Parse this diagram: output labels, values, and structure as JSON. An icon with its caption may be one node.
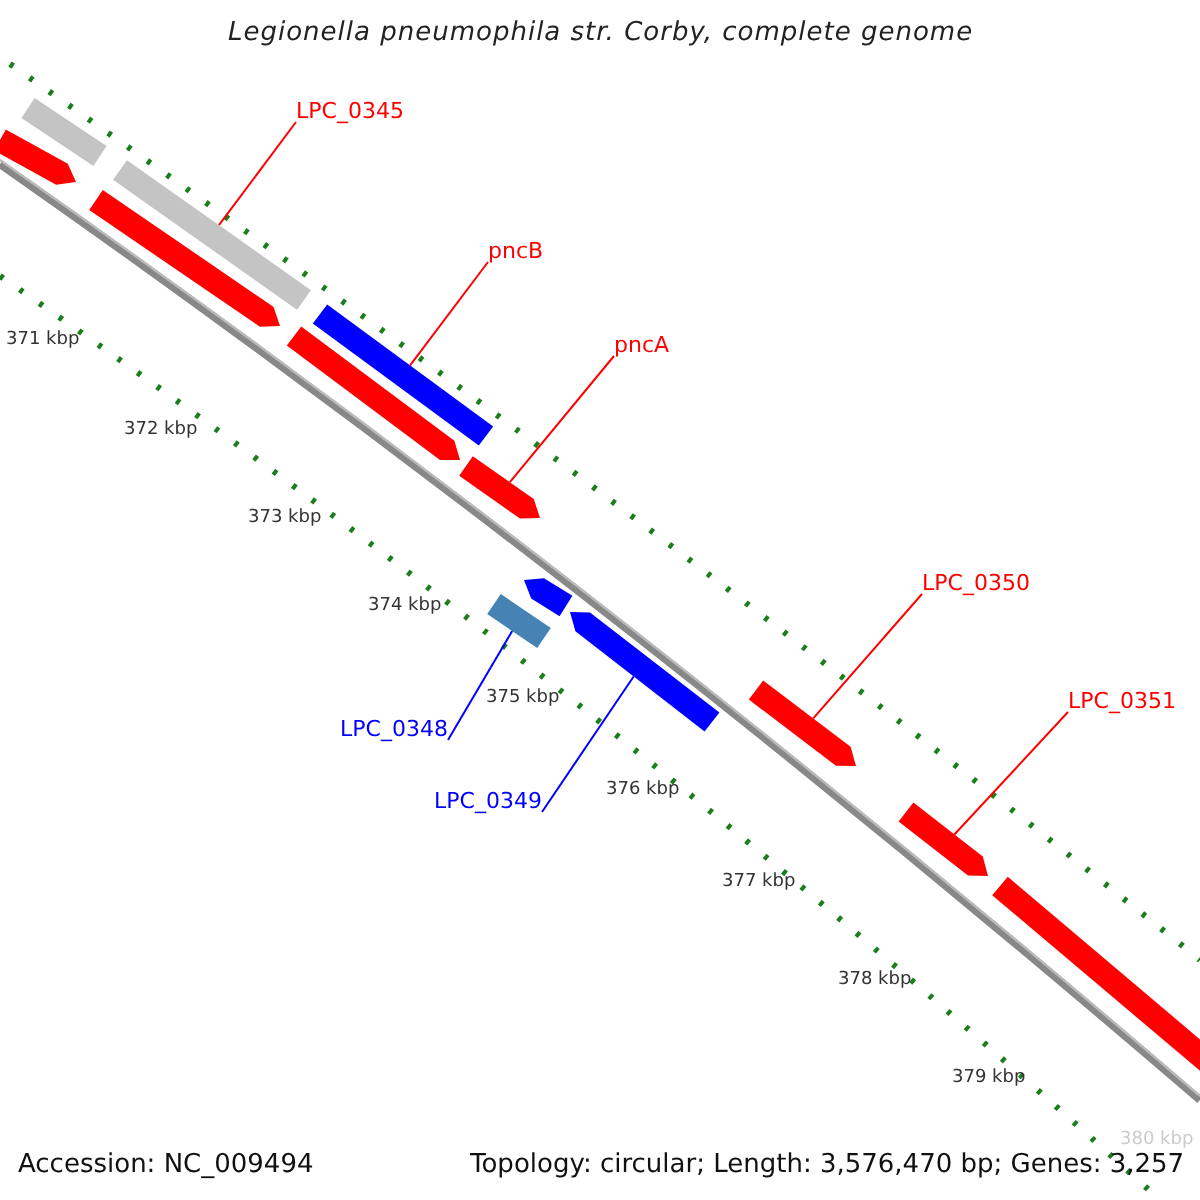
{
  "diagram": {
    "title": "Legionella pneumophila str. Corby, complete genome",
    "nodes": [
      {
        "text": [
          "LPC_0345"
        ]
      },
      {
        "text": [
          "pncB"
        ]
      },
      {
        "text": [
          "pncA"
        ]
      },
      {
        "text": [
          "LPC_0350"
        ]
      },
      {
        "text": [
          "LPC_0351"
        ]
      },
      {
        "text": [
          "LPC_0348"
        ]
      },
      {
        "text": [
          "LPC_0349"
        ]
      },
      {
        "text": [],
        "shape": "bar"
      },
      {
        "text": [],
        "shape": "bar"
      },
      {
        "text": [],
        "shape": "bar"
      },
      {
        "text": [],
        "shape": "bar"
      },
      {
        "text": [],
        "shape": "bar"
      },
      {
        "text": [],
        "shape": "bar"
      },
      {
        "text": [],
        "shape": "bar"
      },
      {
        "text": [],
        "shape": "bar"
      },
      {
        "text": [],
        "shape": "bar"
      },
      {
        "text": [],
        "shape": "bar"
      },
      {
        "text": [],
        "shape": "bar"
      },
      {
        "text": [],
        "shape": "bar"
      },
      {
        "text": [],
        "shape": "bar"
      }
    ],
    "edges": [
      {
        "from": 0,
        "to": 10,
        "arrow": "none"
      },
      {
        "from": 1,
        "to": 12,
        "arrow": "none"
      },
      {
        "from": 2,
        "to": 13,
        "arrow": "none"
      },
      {
        "from": 3,
        "to": 17,
        "arrow": "none"
      },
      {
        "from": 4,
        "to": 18,
        "arrow": "none"
      },
      {
        "from": 5,
        "to": 14,
        "arrow": "none",
        "color": "#0000ff"
      },
      {
        "from": 6,
        "to": 16,
        "arrow": "none",
        "color": "#0000ff"
      }
    ],
    "labels": [
      "371 kbp",
      "372 kbp",
      "373 kbp",
      "374 kbp",
      "375 kbp",
      "376 kbp",
      "377 kbp",
      "378 kbp",
      "379 kbp",
      "380 kbp",
      "Accession: NC_009494",
      "Topology: circular; Length: 3,576,470 bp; Genes: 3,257"
    ]
  }
}
